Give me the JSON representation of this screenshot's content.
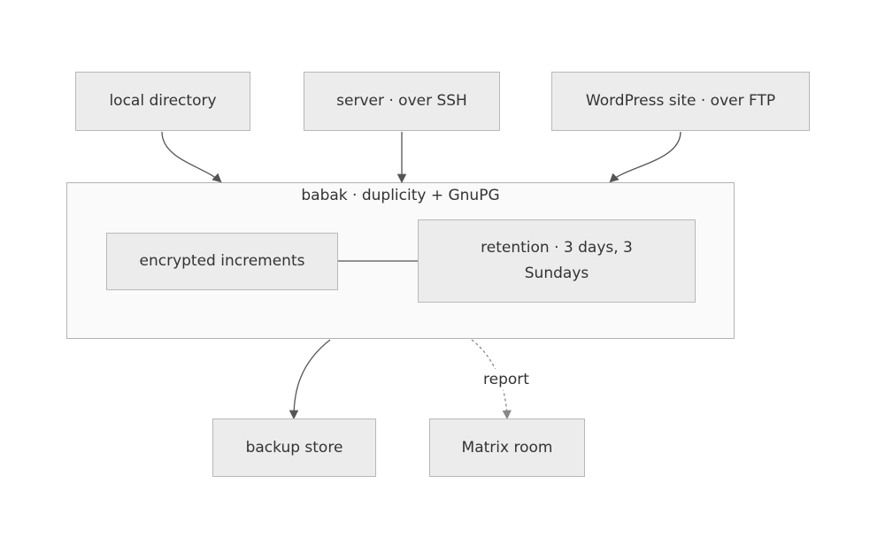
{
  "diagram": {
    "sources": {
      "local": "local directory",
      "server": "server · over SSH",
      "wordpress": "WordPress site · over FTP"
    },
    "group": {
      "title": "babak · duplicity + GnuPG",
      "increments": "encrypted increments",
      "retention": "retention · 3 days, 3 Sundays"
    },
    "outputs": {
      "backup_store": "backup store",
      "matrix_room": "Matrix room"
    },
    "edge_labels": {
      "report": "report"
    }
  },
  "colors": {
    "node_fill": "#ececec",
    "node_border": "#b8b8b8",
    "cluster_fill": "#fafafa",
    "cluster_border": "#b3b3b3",
    "edge": "#555555",
    "dashed_edge": "#888888",
    "text": "#333333"
  }
}
